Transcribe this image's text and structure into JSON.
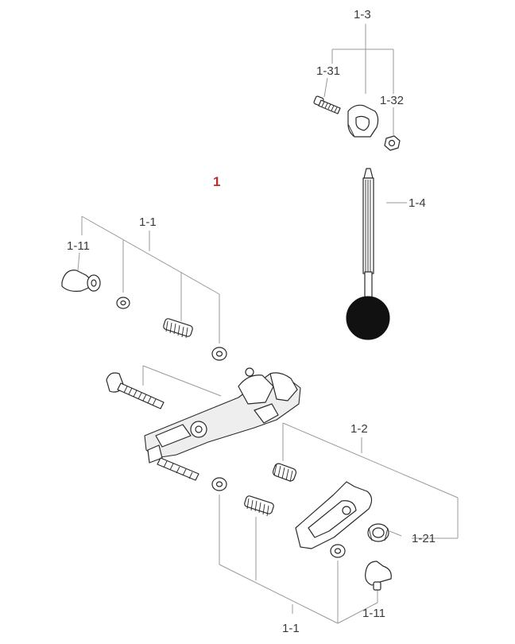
{
  "diagram": {
    "assembly_number": "1",
    "accent_color": "#b8312f",
    "labels": {
      "p1_3": "1-3",
      "p1_31": "1-31",
      "p1_32": "1-32",
      "p1_4": "1-4",
      "p1_1_top": "1-1",
      "p1_11_top": "1-11",
      "p1_2": "1-2",
      "p1_21": "1-21",
      "p1_11_bottom": "1-11",
      "p1_1_bottom": "1-1"
    }
  }
}
